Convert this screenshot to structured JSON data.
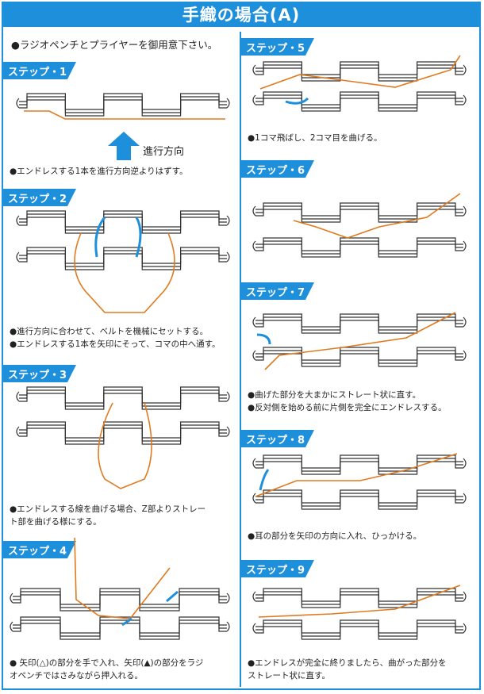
{
  "title": "手織の場合(A)",
  "intro": "●ラジオペンチとプライヤーを御用意下さい。",
  "steps": [
    {
      "label": "ステップ・1",
      "notes": [
        "●エンドレスする1本を進行方向逆よりはずす。"
      ],
      "extra": "進行方向"
    },
    {
      "label": "ステップ・2",
      "notes": [
        "●進行方向に合わせて、ベルトを機械にセットする。",
        "●エンドレスする1本を矢印にそって、コマの中へ通す。"
      ]
    },
    {
      "label": "ステップ・3",
      "notes": [
        "●エンドレスする線を曲げる場合、Z部よりストレー",
        "ト部を曲げる様にする。"
      ]
    },
    {
      "label": "ステップ・4",
      "notes": [
        "● 矢印(△)の部分を手で入れ、矢印(▲)の部分をラジ",
        "オペンチではさみながら押入れる。"
      ]
    },
    {
      "label": "ステップ・5",
      "notes": [
        "●1コマ飛ばし、2コマ目を曲げる。"
      ]
    },
    {
      "label": "ステップ・6",
      "notes": []
    },
    {
      "label": "ステップ・7",
      "notes": [
        "●曲げた部分を大まかにストレート状に直す。",
        "●反対側を始める前に片側を完全にエンドレスする。"
      ]
    },
    {
      "label": "ステップ・8",
      "notes": [
        "●耳の部分を矢印の方向に入れ、ひっかける。"
      ]
    },
    {
      "label": "ステップ・9",
      "notes": [
        "●エンドレスが完全に終りましたら、曲がった部分を",
        "ストレート状に直す。"
      ]
    }
  ],
  "colors": {
    "accent": "#1d8fdb",
    "wire": "#e07a1f",
    "belt": "#333333"
  }
}
